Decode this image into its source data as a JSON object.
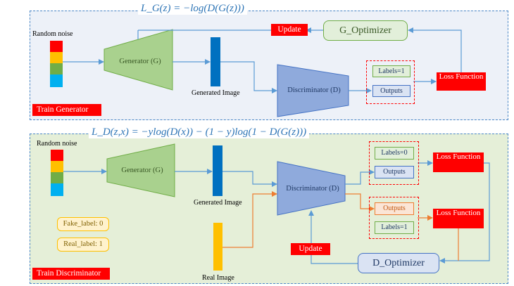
{
  "top": {
    "formula": "L_G(z) = −log(D(G(z)))",
    "random_noise": "Random noise",
    "generator": "Generator (G)",
    "generated_image": "Generated Image",
    "discriminator": "Discriminator (D)",
    "labels": "Labels=1",
    "outputs": "Outputs",
    "loss": "Loss Function",
    "optimizer": "G_Optimizer",
    "update": "Update",
    "train": "Train Generator"
  },
  "bottom": {
    "formula": "L_D(z,x) = −ylog(D(x)) − (1 − y)log(1 − D(G(z)))",
    "random_noise": "Random noise",
    "generator": "Generator (G)",
    "generated_image": "Generated Image",
    "real_image": "Real Image",
    "discriminator": "Discriminator (D)",
    "labels_fake": "Labels=0",
    "outputs_fake": "Outputs",
    "outputs_real": "Outputs",
    "labels_real": "Labels=1",
    "loss_top": "Loss Function",
    "loss_bottom": "Loss Function",
    "optimizer": "D_Optimizer",
    "update": "Update",
    "fake_label": "Fake_label: 0",
    "real_label": "Real_label: 1",
    "train": "Train Discriminator"
  },
  "colors": {
    "panel_top": "#edf1f8",
    "panel_bottom": "#e5efd8",
    "noise": [
      "#ff0000",
      "#ffc000",
      "#70ad47",
      "#00b0f0"
    ],
    "generator": "#a9d18e",
    "discriminator": "#8faadc",
    "image_blue": "#0070c0",
    "image_yellow": "#ffc000",
    "arrow": "#5b9bd5",
    "arrow_orange": "#ed7d31"
  }
}
